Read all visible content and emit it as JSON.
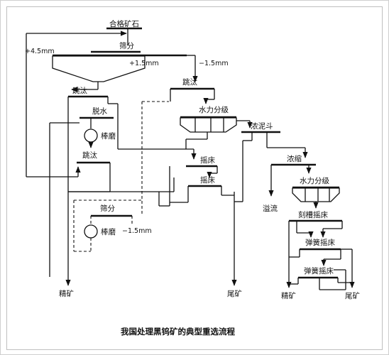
{
  "diagram": {
    "caption": "我国处理黑钨矿的典型重选流程",
    "nodes": {
      "feed": "合格矿石",
      "screen_main": "筛分",
      "jig_1": "跳汰",
      "dewater": "脱水",
      "rod_mill_1": "棒磨",
      "jig_2": "跳汰",
      "screen_2": "筛分",
      "rod_mill_2": "棒磨",
      "jig_3": "跳汰",
      "hydro_class_1": "水力分级",
      "slime_cone": "浓泥斗",
      "shaking_table_1": "摇床",
      "shaking_table_2": "摇床",
      "thickener": "浓缩",
      "hydro_class_2": "水力分级",
      "grooved_table": "刻槽摇床",
      "spring_table_1": "弹簧摇床",
      "spring_table_2": "弹簧摇床"
    },
    "size_labels": {
      "plus_4_5": "+4.5mm",
      "plus_1_5": "+1.5mm",
      "minus_1_5_top": "−1.5mm",
      "minus_1_5_bottom": "−1.5mm"
    },
    "outputs": {
      "concentrate_left": "精矿",
      "tailings_mid": "尾矿",
      "overflow": "溢流",
      "concentrate_right": "精矿",
      "tailings_right": "尾矿"
    }
  }
}
